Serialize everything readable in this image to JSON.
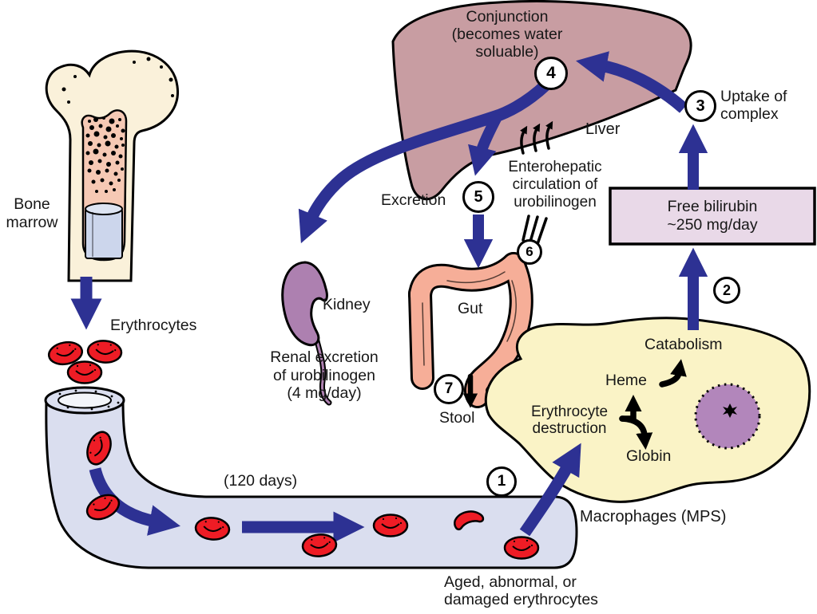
{
  "figure": {
    "description_labels": {
      "conjunction": "Conjunction\n(becomes water\nsoluable)",
      "liver": "Liver",
      "uptake": "Uptake of\ncomplex",
      "free_bilirubin": "Free bilirubin\n~250 mg/day",
      "enterohepatic": "Enterohepatic\ncirculation of\nurobilinogen",
      "excretion": "Excretion",
      "kidney": "Kidney",
      "renal_excretion": "Renal excretion\nof urobilinogen\n(4 mg/day)",
      "gut": "Gut",
      "stool": "Stool",
      "bone_marrow": "Bone\nmarrow",
      "erythrocytes": "Erythrocytes",
      "days": "(120 days)",
      "macrophages": "Macrophages (MPS)",
      "aged": "Aged, abnormal, or\ndamaged erythrocytes",
      "erythrocyte_destruction": "Erythrocyte\ndestruction",
      "heme": "Heme",
      "catabolism": "Catabolism",
      "globin": "Globin"
    },
    "steps": {
      "s1": "1",
      "s2": "2",
      "s3": "3",
      "s4": "4",
      "s5": "5",
      "s6": "6",
      "s7": "7"
    },
    "colors": {
      "arrow_blue": "#2d3193",
      "liver_pink": "#c89da2",
      "macrophage_yellow": "#faf3c6",
      "nucleus_purple": "#b286bb",
      "kidney_purple": "#ad80b0",
      "gut_salmon": "#f6ae98",
      "vessel_lavender": "#dadeef",
      "rbc_red": "#ee1c25",
      "bone_cream": "#faf1da",
      "bilirubin_box_fill": "#e9d9e8",
      "outline_black": "#000000"
    }
  }
}
